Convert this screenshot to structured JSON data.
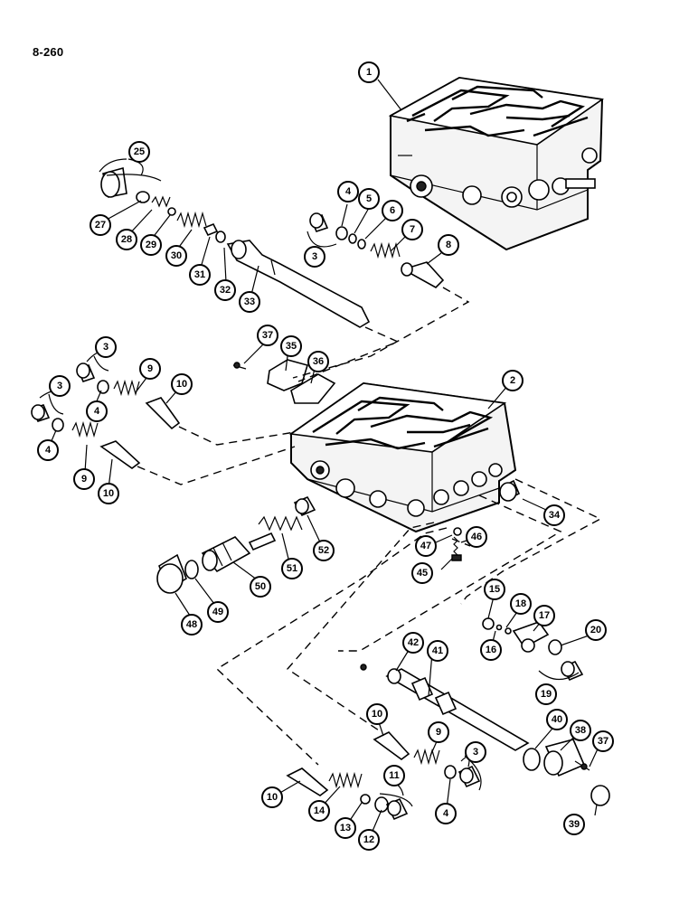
{
  "page": {
    "number": "8-260"
  },
  "callouts": [
    {
      "id": "c1",
      "label": "1"
    },
    {
      "id": "c2",
      "label": "2"
    },
    {
      "id": "c3a",
      "label": "3"
    },
    {
      "id": "c3b",
      "label": "3"
    },
    {
      "id": "c3c",
      "label": "3"
    },
    {
      "id": "c3d",
      "label": "3"
    },
    {
      "id": "c4a",
      "label": "4"
    },
    {
      "id": "c4b",
      "label": "4"
    },
    {
      "id": "c4c",
      "label": "4"
    },
    {
      "id": "c4d",
      "label": "4"
    },
    {
      "id": "c5",
      "label": "5"
    },
    {
      "id": "c6",
      "label": "6"
    },
    {
      "id": "c7",
      "label": "7"
    },
    {
      "id": "c8",
      "label": "8"
    },
    {
      "id": "c9a",
      "label": "9"
    },
    {
      "id": "c9b",
      "label": "9"
    },
    {
      "id": "c9c",
      "label": "9"
    },
    {
      "id": "c10a",
      "label": "10"
    },
    {
      "id": "c10b",
      "label": "10"
    },
    {
      "id": "c10c",
      "label": "10"
    },
    {
      "id": "c10d",
      "label": "10"
    },
    {
      "id": "c11",
      "label": "11"
    },
    {
      "id": "c12",
      "label": "12"
    },
    {
      "id": "c13",
      "label": "13"
    },
    {
      "id": "c14",
      "label": "14"
    },
    {
      "id": "c15",
      "label": "15"
    },
    {
      "id": "c16",
      "label": "16"
    },
    {
      "id": "c17",
      "label": "17"
    },
    {
      "id": "c18",
      "label": "18"
    },
    {
      "id": "c19",
      "label": "19"
    },
    {
      "id": "c20",
      "label": "20"
    },
    {
      "id": "c25",
      "label": "25"
    },
    {
      "id": "c27",
      "label": "27"
    },
    {
      "id": "c28",
      "label": "28"
    },
    {
      "id": "c29",
      "label": "29"
    },
    {
      "id": "c30",
      "label": "30"
    },
    {
      "id": "c31",
      "label": "31"
    },
    {
      "id": "c32",
      "label": "32"
    },
    {
      "id": "c33",
      "label": "33"
    },
    {
      "id": "c34",
      "label": "34"
    },
    {
      "id": "c35",
      "label": "35"
    },
    {
      "id": "c36",
      "label": "36"
    },
    {
      "id": "c37a",
      "label": "37"
    },
    {
      "id": "c37b",
      "label": "37"
    },
    {
      "id": "c38",
      "label": "38"
    },
    {
      "id": "c39",
      "label": "39"
    },
    {
      "id": "c40",
      "label": "40"
    },
    {
      "id": "c41",
      "label": "41"
    },
    {
      "id": "c42",
      "label": "42"
    },
    {
      "id": "c45",
      "label": "45"
    },
    {
      "id": "c46",
      "label": "46"
    },
    {
      "id": "c47",
      "label": "47"
    },
    {
      "id": "c48",
      "label": "48"
    },
    {
      "id": "c49",
      "label": "49"
    },
    {
      "id": "c50",
      "label": "50"
    },
    {
      "id": "c51",
      "label": "51"
    },
    {
      "id": "c52",
      "label": "52"
    }
  ]
}
